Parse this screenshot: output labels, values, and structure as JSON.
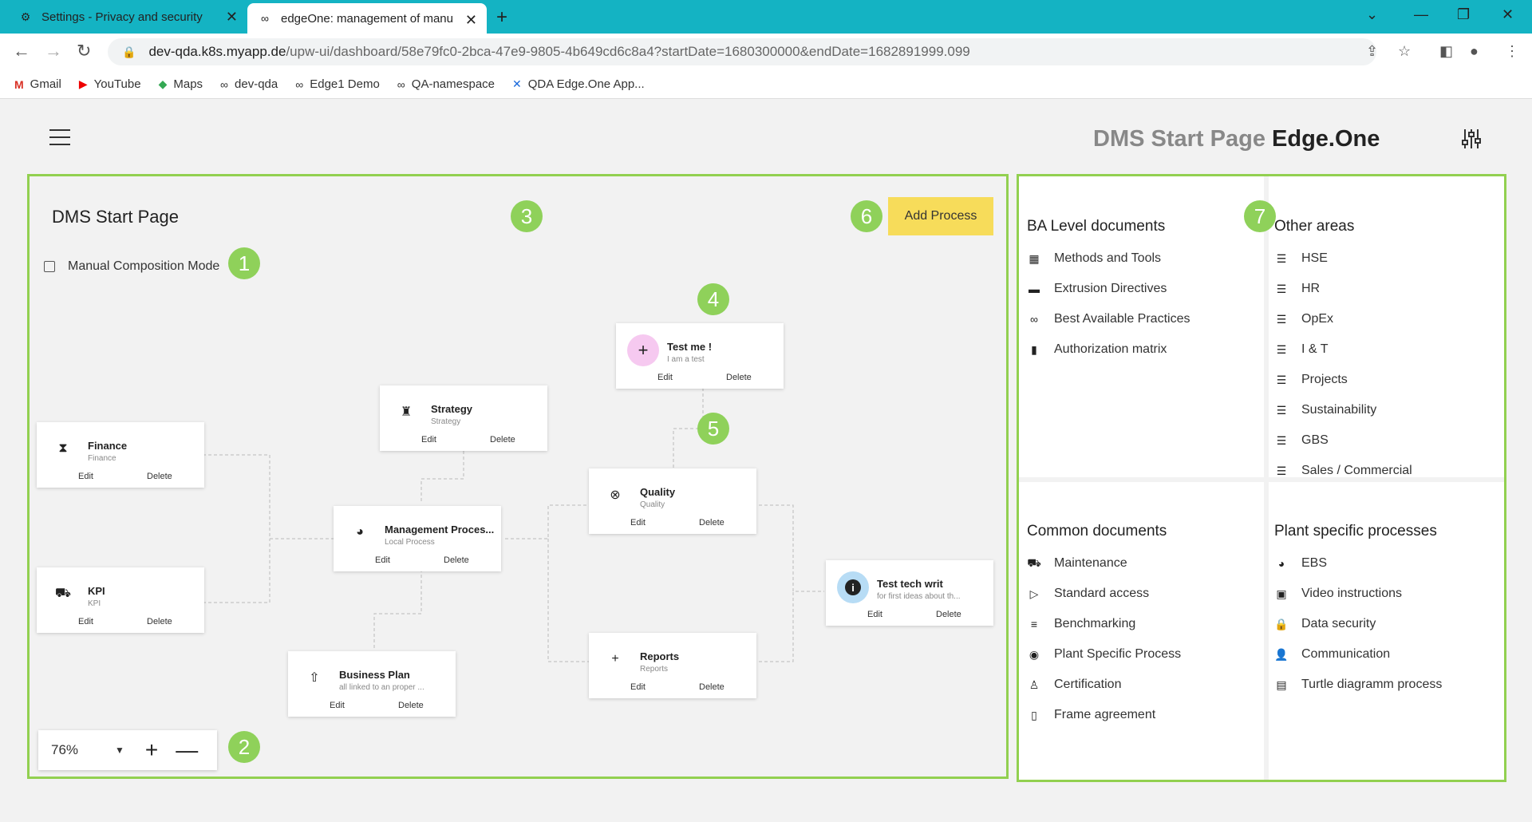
{
  "browser": {
    "tabs": [
      {
        "title": "Settings - Privacy and security",
        "icon": "gear-icon"
      },
      {
        "title": "edgeOne: management of manu",
        "icon": "link-icon"
      }
    ],
    "url_host": "dev-qda.k8s.myapp.de",
    "url_path": "/upw-ui/dashboard/58e79fc0-2bca-47e9-9805-4b649cd6c8a4?startDate=1680300000&endDate=1682891999.099",
    "bookmarks": [
      {
        "label": "Gmail",
        "icon": "gmail-icon"
      },
      {
        "label": "YouTube",
        "icon": "youtube-icon"
      },
      {
        "label": "Maps",
        "icon": "maps-icon"
      },
      {
        "label": "dev-qda",
        "icon": "link-icon"
      },
      {
        "label": "Edge1 Demo",
        "icon": "link-icon"
      },
      {
        "label": "QA-namespace",
        "icon": "link-icon"
      },
      {
        "label": "QDA Edge.One App...",
        "icon": "confluence-icon"
      }
    ]
  },
  "header": {
    "title_main": "DMS Start Page",
    "title_brand": "Edge.One"
  },
  "canvas": {
    "title": "DMS Start Page",
    "manual_mode_label": "Manual Composition Mode",
    "manual_mode_checked": false,
    "add_process_label": "Add Process",
    "add_process_color": "#f7dc5a",
    "zoom_value": "76%",
    "badge_color": "#8fd15a",
    "badges": [
      "1",
      "2",
      "3",
      "4",
      "5",
      "6",
      "7"
    ],
    "edit_label": "Edit",
    "delete_label": "Delete",
    "nodes": [
      {
        "title": "Finance",
        "subtitle": "Finance",
        "icon": "hourglass-icon"
      },
      {
        "title": "KPI",
        "subtitle": "KPI",
        "icon": "truck-icon"
      },
      {
        "title": "Strategy",
        "subtitle": "Strategy",
        "icon": "chess-icon"
      },
      {
        "title": "Management Proces...",
        "subtitle": "Local Process",
        "icon": "pie-chart-icon"
      },
      {
        "title": "Business Plan",
        "subtitle": "all linked to an proper ...",
        "icon": "upload-icon"
      },
      {
        "title": "Test me !",
        "subtitle": "I am a test",
        "icon": "plus-icon"
      },
      {
        "title": "Quality",
        "subtitle": "Quality",
        "icon": "close-circle-icon"
      },
      {
        "title": "Reports",
        "subtitle": "Reports",
        "icon": "plus-icon"
      },
      {
        "title": "Test tech writ",
        "subtitle": "for first ideas about th...",
        "icon": "info-icon"
      }
    ]
  },
  "documents": {
    "ba_level": {
      "title": "BA Level documents",
      "items": [
        {
          "label": "Methods and Tools",
          "icon": "grid-icon"
        },
        {
          "label": "Extrusion Directives",
          "icon": "folder-icon"
        },
        {
          "label": "Best Available Practices",
          "icon": "link-icon"
        },
        {
          "label": "Authorization matrix",
          "icon": "phone-icon"
        }
      ]
    },
    "other_areas": {
      "title": "Other areas",
      "items": [
        {
          "label": "HSE",
          "icon": "list-icon"
        },
        {
          "label": "HR",
          "icon": "list-icon"
        },
        {
          "label": "OpEx",
          "icon": "list-icon"
        },
        {
          "label": "I & T",
          "icon": "list-icon"
        },
        {
          "label": "Projects",
          "icon": "list-icon"
        },
        {
          "label": "Sustainability",
          "icon": "list-icon"
        },
        {
          "label": "GBS",
          "icon": "list-icon"
        },
        {
          "label": "Sales / Commercial",
          "icon": "list-icon"
        }
      ]
    },
    "common": {
      "title": "Common documents",
      "items": [
        {
          "label": "Maintenance",
          "icon": "truck-icon"
        },
        {
          "label": "Standard access",
          "icon": "play-icon"
        },
        {
          "label": "Benchmarking",
          "icon": "sliders-icon"
        },
        {
          "label": "Plant Specific Process",
          "icon": "compass-icon"
        },
        {
          "label": "Certification",
          "icon": "certificate-icon"
        },
        {
          "label": "Frame agreement",
          "icon": "document-icon"
        }
      ]
    },
    "plant_specific": {
      "title": "Plant specific processes",
      "items": [
        {
          "label": "EBS",
          "icon": "pie-chart-icon"
        },
        {
          "label": "Video instructions",
          "icon": "video-icon"
        },
        {
          "label": "Data security",
          "icon": "lock-icon"
        },
        {
          "label": "Communication",
          "icon": "user-icon"
        },
        {
          "label": "Turtle diagramm process",
          "icon": "file-icon"
        }
      ]
    }
  }
}
